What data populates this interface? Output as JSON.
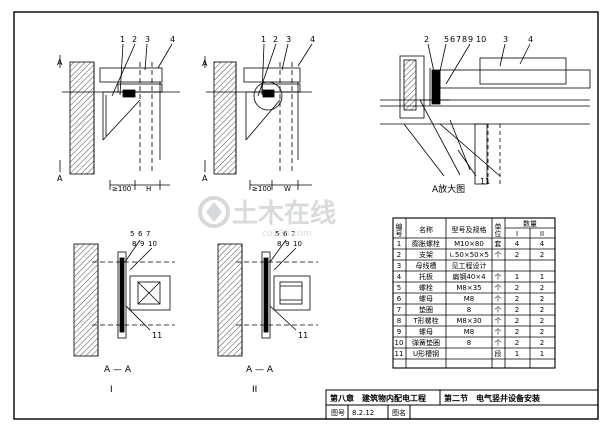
{
  "callouts": {
    "detail1": [
      "1",
      "2",
      "3",
      "4"
    ],
    "detail2": [
      "1",
      "2",
      "3",
      "4"
    ],
    "detailA": [
      "2",
      "5",
      "6",
      "7",
      "8",
      "9",
      "10",
      "3",
      "4"
    ],
    "detailA_bottom": "11",
    "sectionI_top": [
      "5",
      "6",
      "7",
      "8",
      "9",
      "10"
    ],
    "sectionI_bottom": "11",
    "sectionII_top": [
      "5",
      "6",
      "7",
      "8",
      "9",
      "10"
    ],
    "sectionII_bottom": "11"
  },
  "section_marks": {
    "a_left_1": "A",
    "a_right_1": "A",
    "a_left_2": "A",
    "a_right_2": "A"
  },
  "dimensions": {
    "d1_left": "≥100",
    "d1_right": "H",
    "d2_left": "≥100",
    "d2_right": "W"
  },
  "view_titles": {
    "detail_A": "A放大图",
    "section_1": "A — A",
    "section_1_roman": "I",
    "section_2": "A — A",
    "section_2_roman": "II"
  },
  "table": {
    "headers": {
      "no": "编号",
      "name": "名称",
      "spec": "型号及规格",
      "unit": "单位",
      "qty": "数量",
      "qty_1": "I",
      "qty_2": "II"
    },
    "rows": [
      {
        "no": "1",
        "name": "膨胀螺栓",
        "spec": "M10×80",
        "unit": "套",
        "q1": "4",
        "q2": "4"
      },
      {
        "no": "2",
        "name": "支架",
        "spec": "∟50×50×5",
        "unit": "个",
        "q1": "2",
        "q2": "2"
      },
      {
        "no": "3",
        "name": "母线槽",
        "spec": "见工程设计",
        "unit": "",
        "q1": "",
        "q2": ""
      },
      {
        "no": "4",
        "name": "托板",
        "spec": "扁钢40×4",
        "unit": "个",
        "q1": "1",
        "q2": "1"
      },
      {
        "no": "5",
        "name": "螺栓",
        "spec": "M8×35",
        "unit": "个",
        "q1": "2",
        "q2": "2"
      },
      {
        "no": "6",
        "name": "螺母",
        "spec": "M8",
        "unit": "个",
        "q1": "2",
        "q2": "2"
      },
      {
        "no": "7",
        "name": "垫圈",
        "spec": "8",
        "unit": "个",
        "q1": "2",
        "q2": "2"
      },
      {
        "no": "8",
        "name": "T形螺栓",
        "spec": "M8×30",
        "unit": "个",
        "q1": "2",
        "q2": "2"
      },
      {
        "no": "9",
        "name": "螺母",
        "spec": "M8",
        "unit": "个",
        "q1": "2",
        "q2": "2"
      },
      {
        "no": "10",
        "name": "弹簧垫圈",
        "spec": "8",
        "unit": "个",
        "q1": "2",
        "q2": "2"
      },
      {
        "no": "11",
        "name": "U形槽钢",
        "spec": "",
        "unit": "段",
        "q1": "1",
        "q2": "1"
      }
    ]
  },
  "title_block": {
    "chapter": "第八章　建筑物内配电工程",
    "section": "第二节　电气竖井设备安装",
    "figno_label": "图号",
    "figno": "8.2.12",
    "figname_label": "图名"
  },
  "watermark": {
    "main": "土木在线",
    "sub": "co188.com"
  }
}
